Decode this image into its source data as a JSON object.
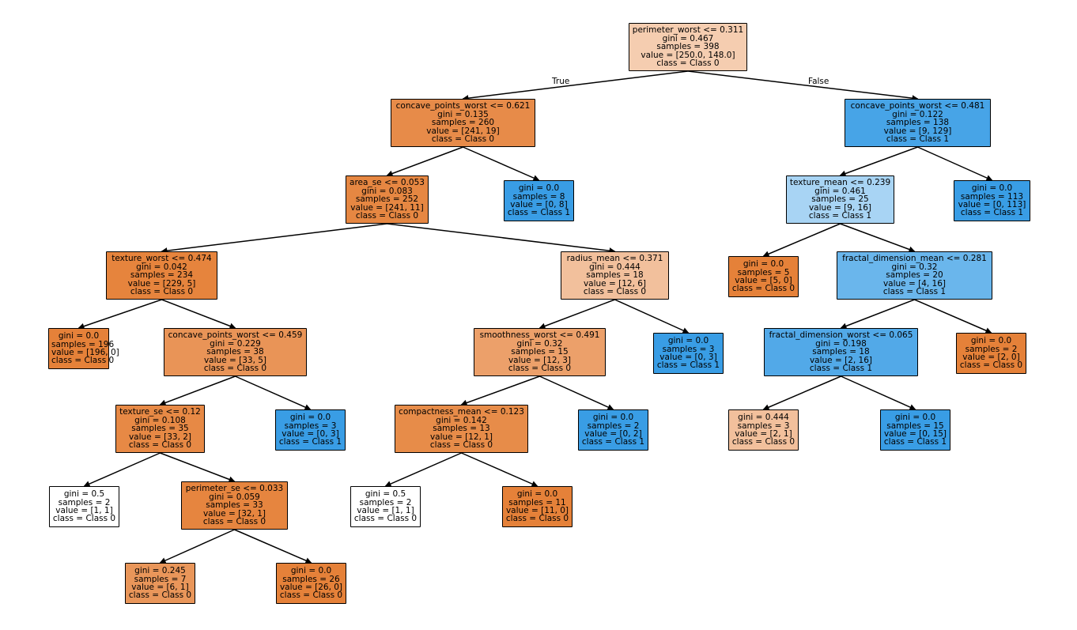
{
  "edge_labels": {
    "true_label": "True",
    "false_label": "False"
  },
  "colors": {
    "class0": "#e58139",
    "class1": "#399de5",
    "edge": "#000000"
  },
  "nodes": [
    {
      "id": "n0",
      "lines": [
        "perimeter_worst <= 0.311",
        "gini = 0.467",
        "samples = 398",
        "value = [250.0, 148.0]",
        "class = Class 0"
      ],
      "color": "#f5cdb0"
    },
    {
      "id": "n1",
      "lines": [
        "concave_points_worst <= 0.621",
        "gini = 0.135",
        "samples = 260",
        "value = [241, 19]",
        "class = Class 0"
      ],
      "color": "#e78b49"
    },
    {
      "id": "n2",
      "lines": [
        "area_se <= 0.053",
        "gini = 0.083",
        "samples = 252",
        "value = [241, 11]",
        "class = Class 0"
      ],
      "color": "#e68742"
    },
    {
      "id": "n3",
      "lines": [
        "texture_worst <= 0.474",
        "gini = 0.042",
        "samples = 234",
        "value = [229, 5]",
        "class = Class 0"
      ],
      "color": "#e6843d"
    },
    {
      "id": "n4",
      "lines": [
        "gini = 0.0",
        "samples = 196",
        "value = [196, 0]",
        "class = Class 0"
      ],
      "color": "#e58139"
    },
    {
      "id": "n5",
      "lines": [
        "concave_points_worst <= 0.459",
        "gini = 0.229",
        "samples = 38",
        "value = [33, 5]",
        "class = Class 0"
      ],
      "color": "#e99457"
    },
    {
      "id": "n6",
      "lines": [
        "texture_se <= 0.12",
        "gini = 0.108",
        "samples = 35",
        "value = [33, 2]",
        "class = Class 0"
      ],
      "color": "#e78945"
    },
    {
      "id": "n7",
      "lines": [
        "gini = 0.5",
        "samples = 2",
        "value = [1, 1]",
        "class = Class 0"
      ],
      "color": "#ffffff"
    },
    {
      "id": "n8",
      "lines": [
        "perimeter_se <= 0.033",
        "gini = 0.059",
        "samples = 33",
        "value = [32, 1]",
        "class = Class 0"
      ],
      "color": "#e6853f"
    },
    {
      "id": "n9",
      "lines": [
        "gini = 0.245",
        "samples = 7",
        "value = [6, 1]",
        "class = Class 0"
      ],
      "color": "#e9965a"
    },
    {
      "id": "n10",
      "lines": [
        "gini = 0.0",
        "samples = 26",
        "value = [26, 0]",
        "class = Class 0"
      ],
      "color": "#e58139"
    },
    {
      "id": "n11",
      "lines": [
        "gini = 0.0",
        "samples = 3",
        "value = [0, 3]",
        "class = Class 1"
      ],
      "color": "#399de5"
    },
    {
      "id": "n12",
      "lines": [
        "radius_mean <= 0.371",
        "gini = 0.444",
        "samples = 18",
        "value = [12, 6]",
        "class = Class 0"
      ],
      "color": "#f2c09c"
    },
    {
      "id": "n13",
      "lines": [
        "smoothness_worst <= 0.491",
        "gini = 0.32",
        "samples = 15",
        "value = [12, 3]",
        "class = Class 0"
      ],
      "color": "#eca06a"
    },
    {
      "id": "n14",
      "lines": [
        "compactness_mean <= 0.123",
        "gini = 0.142",
        "samples = 13",
        "value = [12, 1]",
        "class = Class 0"
      ],
      "color": "#e78c49"
    },
    {
      "id": "n15",
      "lines": [
        "gini = 0.5",
        "samples = 2",
        "value = [1, 1]",
        "class = Class 0"
      ],
      "color": "#ffffff"
    },
    {
      "id": "n16",
      "lines": [
        "gini = 0.0",
        "samples = 11",
        "value = [11, 0]",
        "class = Class 0"
      ],
      "color": "#e58139"
    },
    {
      "id": "n17",
      "lines": [
        "gini = 0.0",
        "samples = 2",
        "value = [0, 2]",
        "class = Class 1"
      ],
      "color": "#399de5"
    },
    {
      "id": "n18",
      "lines": [
        "gini = 0.0",
        "samples = 3",
        "value = [0, 3]",
        "class = Class 1"
      ],
      "color": "#399de5"
    },
    {
      "id": "n19",
      "lines": [
        "gini = 0.0",
        "samples = 8",
        "value = [0, 8]",
        "class = Class 1"
      ],
      "color": "#399de5"
    },
    {
      "id": "n20",
      "lines": [
        "concave_points_worst <= 0.481",
        "gini = 0.122",
        "samples = 138",
        "value = [9, 129]",
        "class = Class 1"
      ],
      "color": "#47a4e7"
    },
    {
      "id": "n21",
      "lines": [
        "texture_mean <= 0.239",
        "gini = 0.461",
        "samples = 25",
        "value = [9, 16]",
        "class = Class 1"
      ],
      "color": "#a8d4f4"
    },
    {
      "id": "n22",
      "lines": [
        "gini = 0.0",
        "samples = 5",
        "value = [5, 0]",
        "class = Class 0"
      ],
      "color": "#e58139"
    },
    {
      "id": "n23",
      "lines": [
        "fractal_dimension_mean <= 0.281",
        "gini = 0.32",
        "samples = 20",
        "value = [4, 16]",
        "class = Class 1"
      ],
      "color": "#6ab6ec"
    },
    {
      "id": "n24",
      "lines": [
        "fractal_dimension_worst <= 0.065",
        "gini = 0.198",
        "samples = 18",
        "value = [2, 16]",
        "class = Class 1"
      ],
      "color": "#52a9e8"
    },
    {
      "id": "n25",
      "lines": [
        "gini = 0.444",
        "samples = 3",
        "value = [2, 1]",
        "class = Class 0"
      ],
      "color": "#f2c09c"
    },
    {
      "id": "n26",
      "lines": [
        "gini = 0.0",
        "samples = 15",
        "value = [0, 15]",
        "class = Class 1"
      ],
      "color": "#399de5"
    },
    {
      "id": "n27",
      "lines": [
        "gini = 0.0",
        "samples = 2",
        "value = [2, 0]",
        "class = Class 0"
      ],
      "color": "#e58139"
    },
    {
      "id": "n28",
      "lines": [
        "gini = 0.0",
        "samples = 113",
        "value = [0, 113]",
        "class = Class 1"
      ],
      "color": "#399de5"
    }
  ],
  "edges": [
    [
      "n0",
      "n1"
    ],
    [
      "n0",
      "n20"
    ],
    [
      "n1",
      "n2"
    ],
    [
      "n1",
      "n19"
    ],
    [
      "n2",
      "n3"
    ],
    [
      "n2",
      "n12"
    ],
    [
      "n3",
      "n4"
    ],
    [
      "n3",
      "n5"
    ],
    [
      "n5",
      "n6"
    ],
    [
      "n5",
      "n11"
    ],
    [
      "n6",
      "n7"
    ],
    [
      "n6",
      "n8"
    ],
    [
      "n8",
      "n9"
    ],
    [
      "n8",
      "n10"
    ],
    [
      "n12",
      "n13"
    ],
    [
      "n12",
      "n18"
    ],
    [
      "n13",
      "n14"
    ],
    [
      "n13",
      "n17"
    ],
    [
      "n14",
      "n15"
    ],
    [
      "n14",
      "n16"
    ],
    [
      "n20",
      "n21"
    ],
    [
      "n20",
      "n28"
    ],
    [
      "n21",
      "n22"
    ],
    [
      "n21",
      "n23"
    ],
    [
      "n23",
      "n24"
    ],
    [
      "n23",
      "n27"
    ],
    [
      "n24",
      "n25"
    ],
    [
      "n24",
      "n26"
    ]
  ]
}
